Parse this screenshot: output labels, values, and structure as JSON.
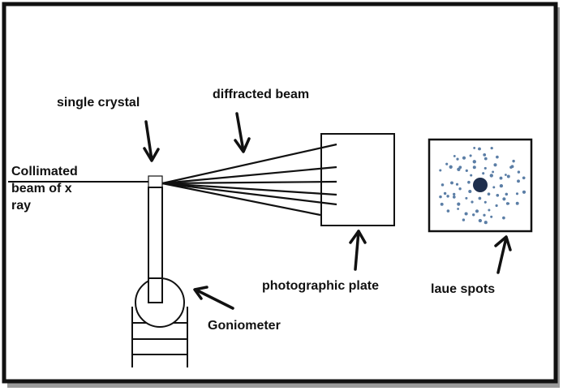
{
  "labels": {
    "collimated_beam": "Collimated\nbeam of x\nray",
    "single_crystal": "single crystal",
    "diffracted_beam": "diffracted beam",
    "photographic_plate": "photographic plate",
    "laue_spots": "laue spots",
    "goniometer": "Goniometer"
  },
  "colors": {
    "frame": "#111111",
    "stroke": "#111111",
    "spot": "#5b7ea6",
    "central_spot": "#1f2f4d",
    "background": "#ffffff"
  },
  "diffracted_beam_count": 6
}
